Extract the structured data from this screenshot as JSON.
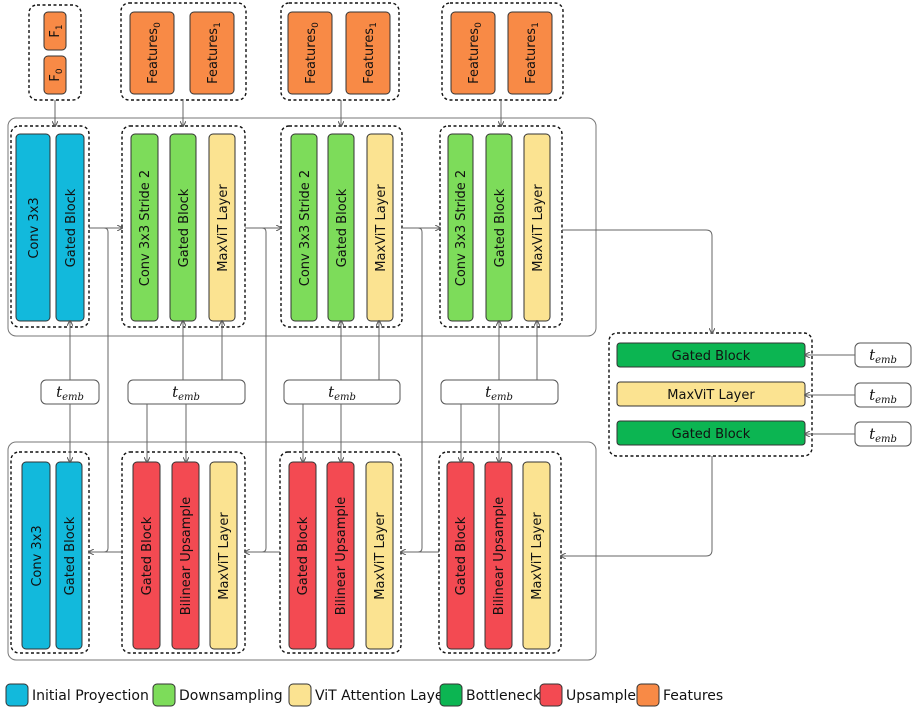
{
  "colors": {
    "initial": "#12b9dc",
    "down": "#7ddc5a",
    "vit": "#fbe391",
    "bottleneck": "#0cb552",
    "upsample": "#f34a52",
    "features": "#f88a46"
  },
  "features": {
    "first": {
      "f1": "F",
      "f1_sub": "1",
      "f0": "F",
      "f0_sub": "0"
    },
    "groups": [
      {
        "a": "Features",
        "a_sub": "0",
        "b": "Features",
        "b_sub": "1"
      },
      {
        "a": "Features",
        "a_sub": "0",
        "b": "Features",
        "b_sub": "1"
      },
      {
        "a": "Features",
        "a_sub": "0",
        "b": "Features",
        "b_sub": "1"
      }
    ]
  },
  "encoder": {
    "initial": {
      "conv": "Conv 3x3",
      "gated": "Gated Block"
    },
    "stages": [
      {
        "conv": "Conv 3x3 Stride 2",
        "gated": "Gated Block",
        "maxvit": "MaxViT Layer"
      },
      {
        "conv": "Conv 3x3 Stride 2",
        "gated": "Gated Block",
        "maxvit": "MaxViT Layer"
      },
      {
        "conv": "Conv 3x3 Stride 2",
        "gated": "Gated Block",
        "maxvit": "MaxViT Layer"
      }
    ]
  },
  "decoder": {
    "final": {
      "conv": "Conv 3x3",
      "gated": "Gated Block"
    },
    "stages": [
      {
        "gated": "Gated Block",
        "upsample": "Bilinear Upsample",
        "maxvit": "MaxViT Layer"
      },
      {
        "gated": "Gated Block",
        "upsample": "Bilinear Upsample",
        "maxvit": "MaxViT Layer"
      },
      {
        "gated": "Gated Block",
        "upsample": "Bilinear Upsample",
        "maxvit": "MaxViT Layer"
      }
    ]
  },
  "bottleneck": {
    "top": "Gated Block",
    "mid": "MaxViT Layer",
    "bot": "Gated Block"
  },
  "temb": {
    "main": "t",
    "sub": "emb"
  },
  "legend": [
    {
      "label": "Initial Proyection",
      "color": "#12b9dc"
    },
    {
      "label": "Downsampling",
      "color": "#7ddc5a"
    },
    {
      "label": "ViT Attention Layer",
      "color": "#fbe391"
    },
    {
      "label": "Bottleneck",
      "color": "#0cb552"
    },
    {
      "label": "Upsample",
      "color": "#f34a52"
    },
    {
      "label": "Features",
      "color": "#f88a46"
    }
  ]
}
